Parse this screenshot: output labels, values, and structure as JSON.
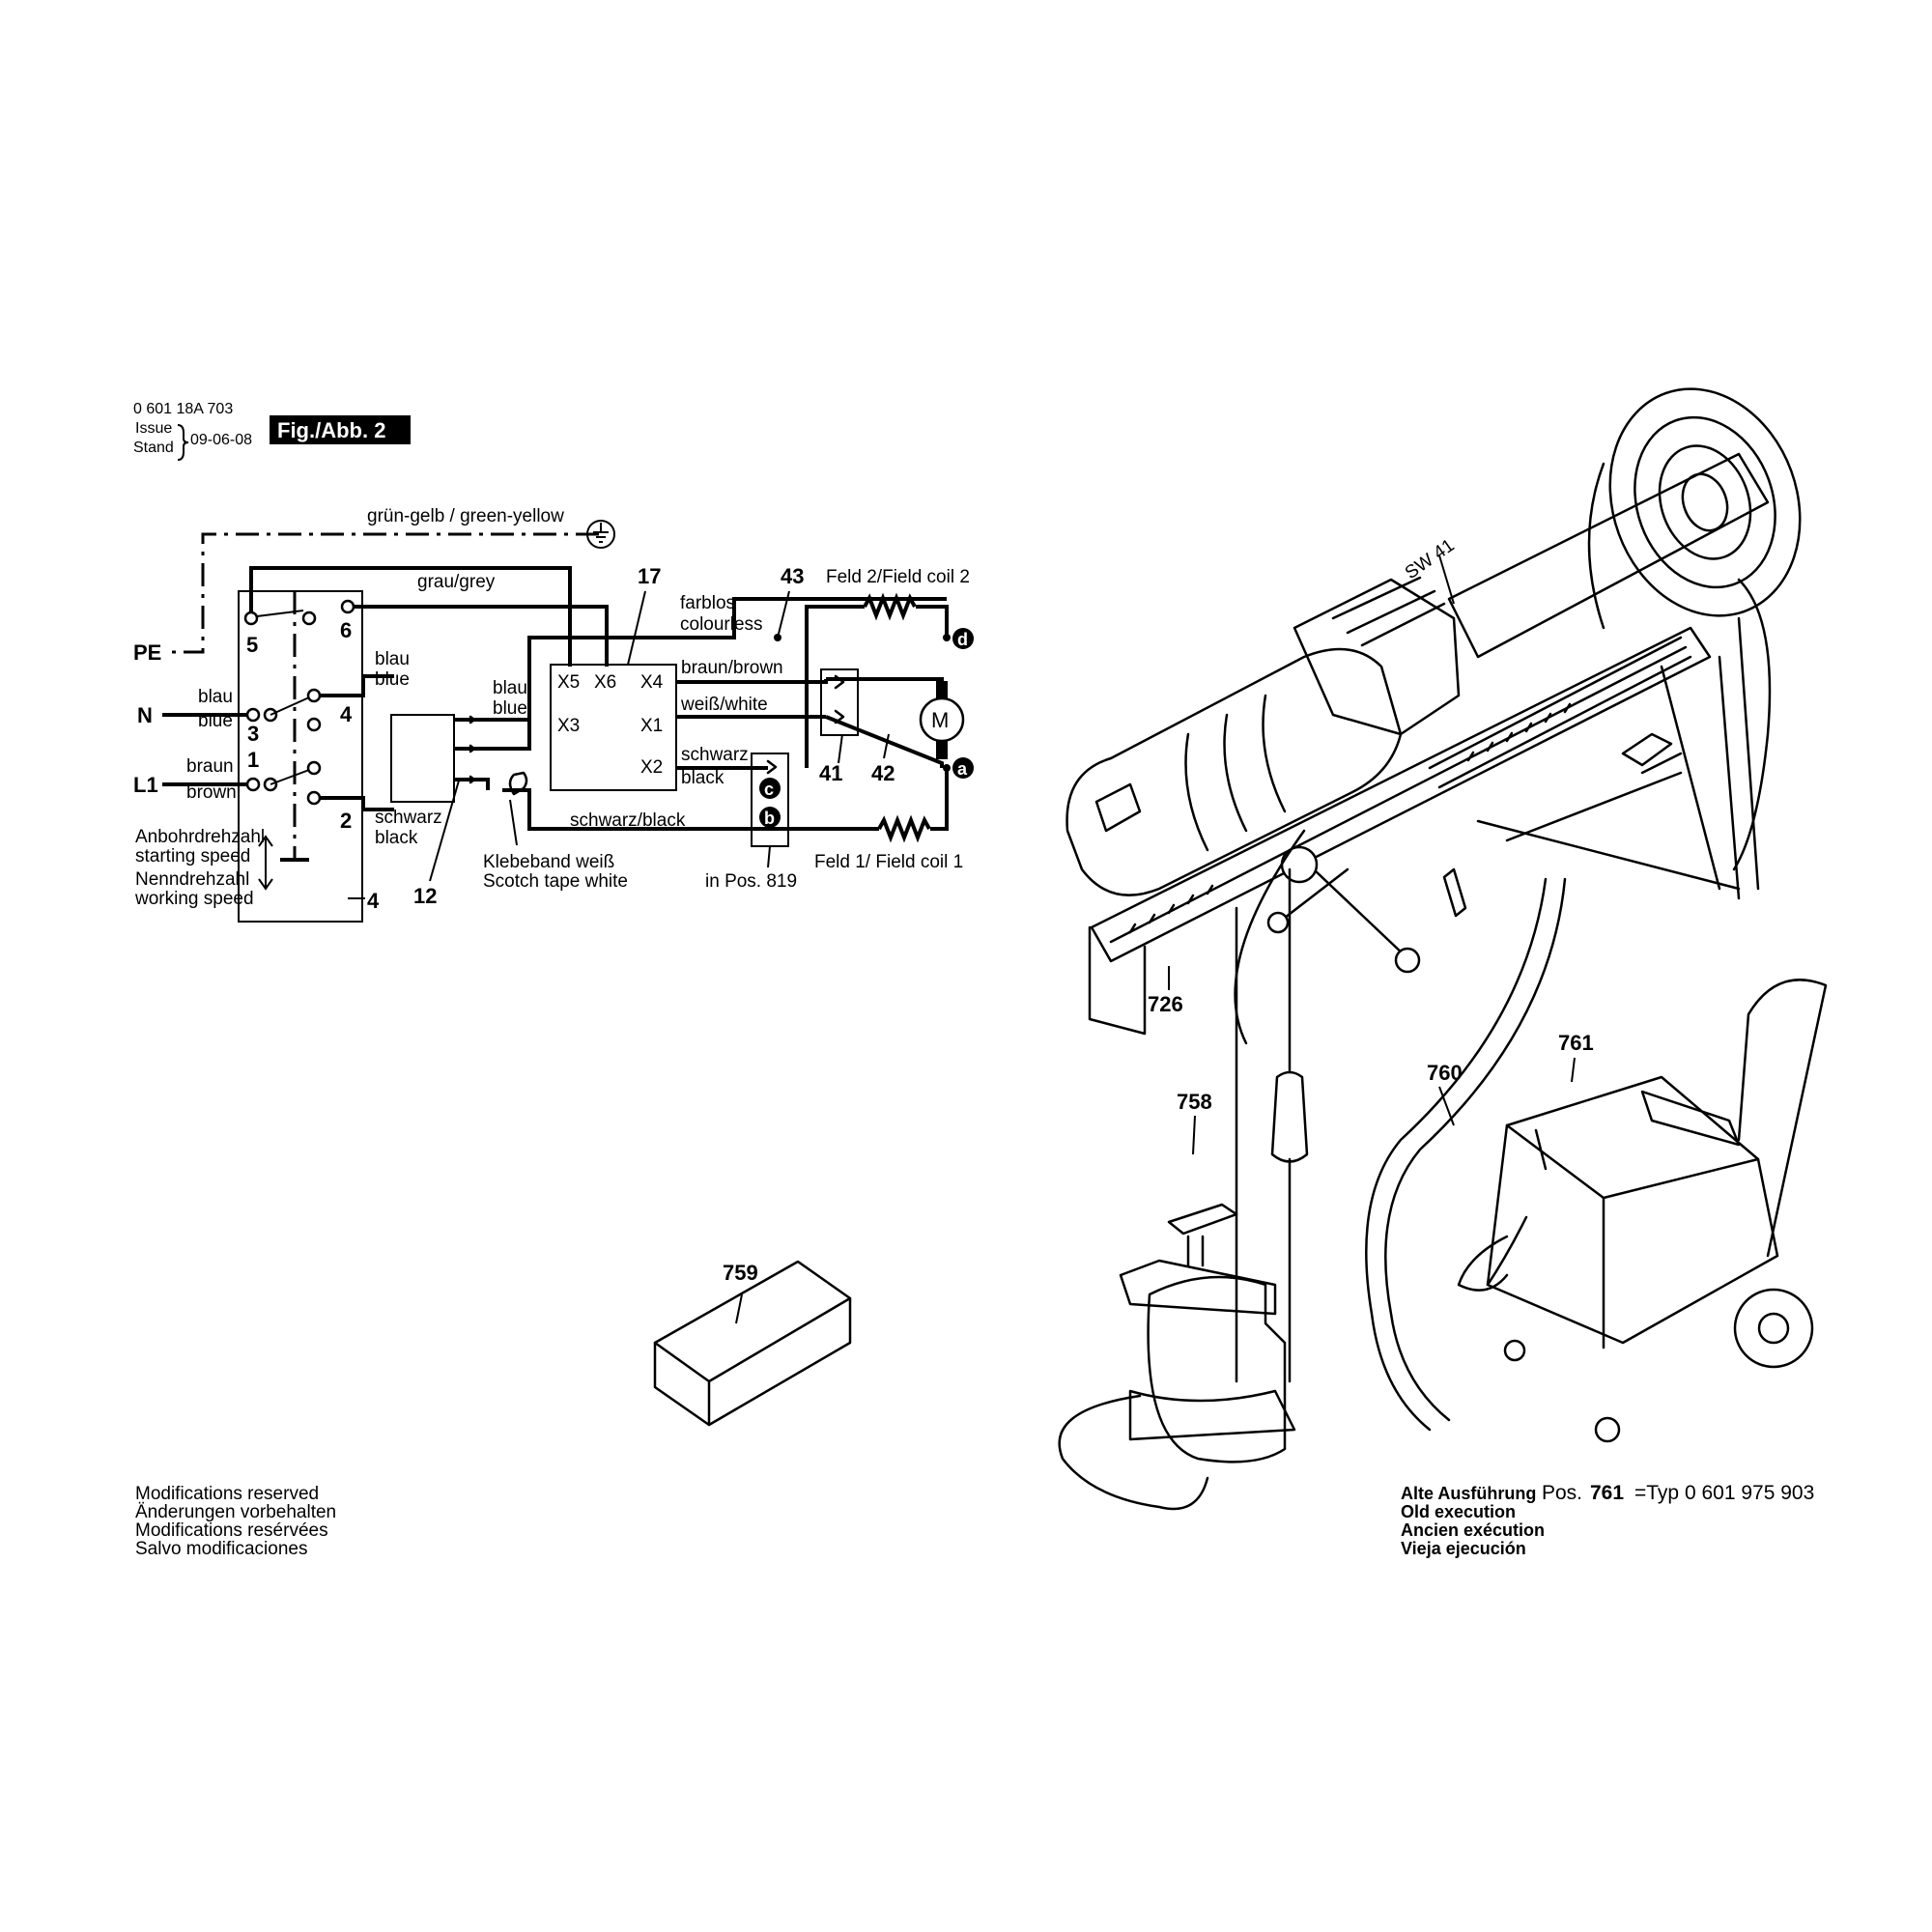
{
  "header": {
    "doc_number": "0 601 18A 703",
    "issue_label": "Issue",
    "stand_label": "Stand",
    "date": "09-06-08",
    "figure_label": "Fig./Abb. 2"
  },
  "wiring": {
    "ground_wire": "grün-gelb / green-yellow",
    "grey_wire": "grau/grey",
    "pe": "PE",
    "n": "N",
    "l1": "L1",
    "blau_1": "blau",
    "blue_1": "blue",
    "braun_1": "braun",
    "brown_1": "brown",
    "blau_2": "blau",
    "blue_2": "blue",
    "blau_3": "blau",
    "blue_3": "blue",
    "schwarz_1": "schwarz",
    "black_1": "black",
    "terminals": [
      "5",
      "6",
      "3",
      "4",
      "1",
      "2"
    ],
    "starting_speed_de": "Anbohrdrehzahl",
    "starting_speed_en": "starting speed",
    "working_speed_de": "Nenndrehzahl",
    "working_speed_en": "working speed",
    "switch_pos": "4",
    "module_pos": "12",
    "tape_de": "Klebeband weiß",
    "tape_en": "Scotch tape white",
    "electronics_pos": "17",
    "x5": "X5",
    "x6": "X6",
    "x4": "X4",
    "x3": "X3",
    "x1": "X1",
    "x2": "X2",
    "braun_brown": "braun/brown",
    "weiss_white": "weiß/white",
    "schwarz_2": "schwarz",
    "black_2": "black",
    "schwarz_black": "schwarz/black",
    "farblos": "farblos",
    "colourless": "colourless",
    "pos_43": "43",
    "field_coil_2": "Feld 2/Field coil 2",
    "field_coil_1": "Feld 1/ Field coil 1",
    "pos_41": "41",
    "pos_42": "42",
    "in_pos": "in Pos. 819",
    "motor": "M",
    "conn_d": "d",
    "conn_a": "a",
    "conn_c": "c",
    "conn_b": "b"
  },
  "parts": {
    "sw": "SW 41",
    "p726": "726",
    "p758": "758",
    "p759": "759",
    "p760": "760",
    "p761": "761"
  },
  "footer": {
    "mod_en": "Modifications reserved",
    "mod_de": "Änderungen vorbehalten",
    "mod_fr": "Modifications resérvées",
    "mod_es": "Salvo modificaciones",
    "old_de": "Alte Ausführung",
    "old_en": "Old execution",
    "old_fr": "Ancien exécution",
    "old_es": "Vieja ejecución",
    "pos_label": "Pos.",
    "pos_761": "761",
    "typ": "=Typ 0 601 975 903"
  }
}
